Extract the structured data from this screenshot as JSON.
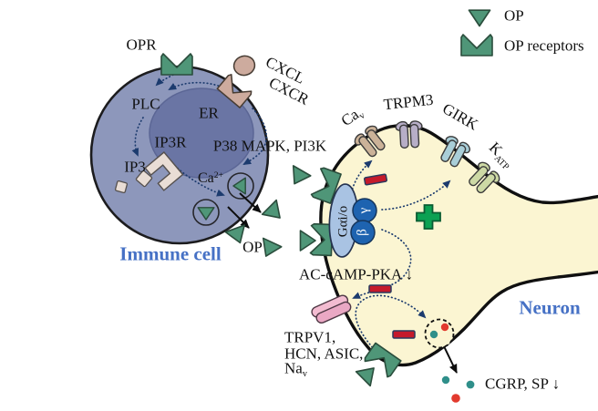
{
  "legend": {
    "op": "OP",
    "op_receptors": "OP receptors"
  },
  "immune_cell": {
    "title": "Immune cell",
    "opr": "OPR",
    "cxcl": "CXCL",
    "cxcr": "CXCR",
    "plc": "PLC",
    "er": "ER",
    "ip3r": "IP3R",
    "ip3": "IP3",
    "p38": "P38 MAPK, PI3K",
    "ca_base": "Ca",
    "ca_sup": "2+",
    "op_secreted": "OP"
  },
  "neuron": {
    "title": "Neuron",
    "cav_base": "Ca",
    "cav_sub": "v",
    "trpm3": "TRPM3",
    "girk": "GIRK",
    "katp_base": "K",
    "katp_sub": "ATP",
    "g_alpha": "Gαi/o",
    "g_beta": "β",
    "g_gamma": "γ",
    "ac_pathway": "AC-cAMP-PKA",
    "ac_down_arrow": "↓",
    "channels_line1": "TRPV1,",
    "channels_line2": "HCN, ASIC,",
    "channels_line3_base": "Na",
    "channels_line3_sub": "v",
    "cgrp": "CGRP, SP",
    "cgrp_down_arrow": "↓"
  },
  "colors": {
    "immune_cell_fill": "#8d97bb",
    "er_fill": "#6a75a4",
    "neuron_fill": "#fbf5d2",
    "op_green": "#4f9678",
    "g_protein_blue": "#1e63b0",
    "g_alpha_fill": "#a9c3e3",
    "inhibit_red": "#c51a2b",
    "activate_green": "#0ca153",
    "title_blue": "#4671c5",
    "arrow_navy": "#1c3b6e",
    "teal_dot": "#2f8f8a",
    "red_dot": "#e23a2e"
  }
}
